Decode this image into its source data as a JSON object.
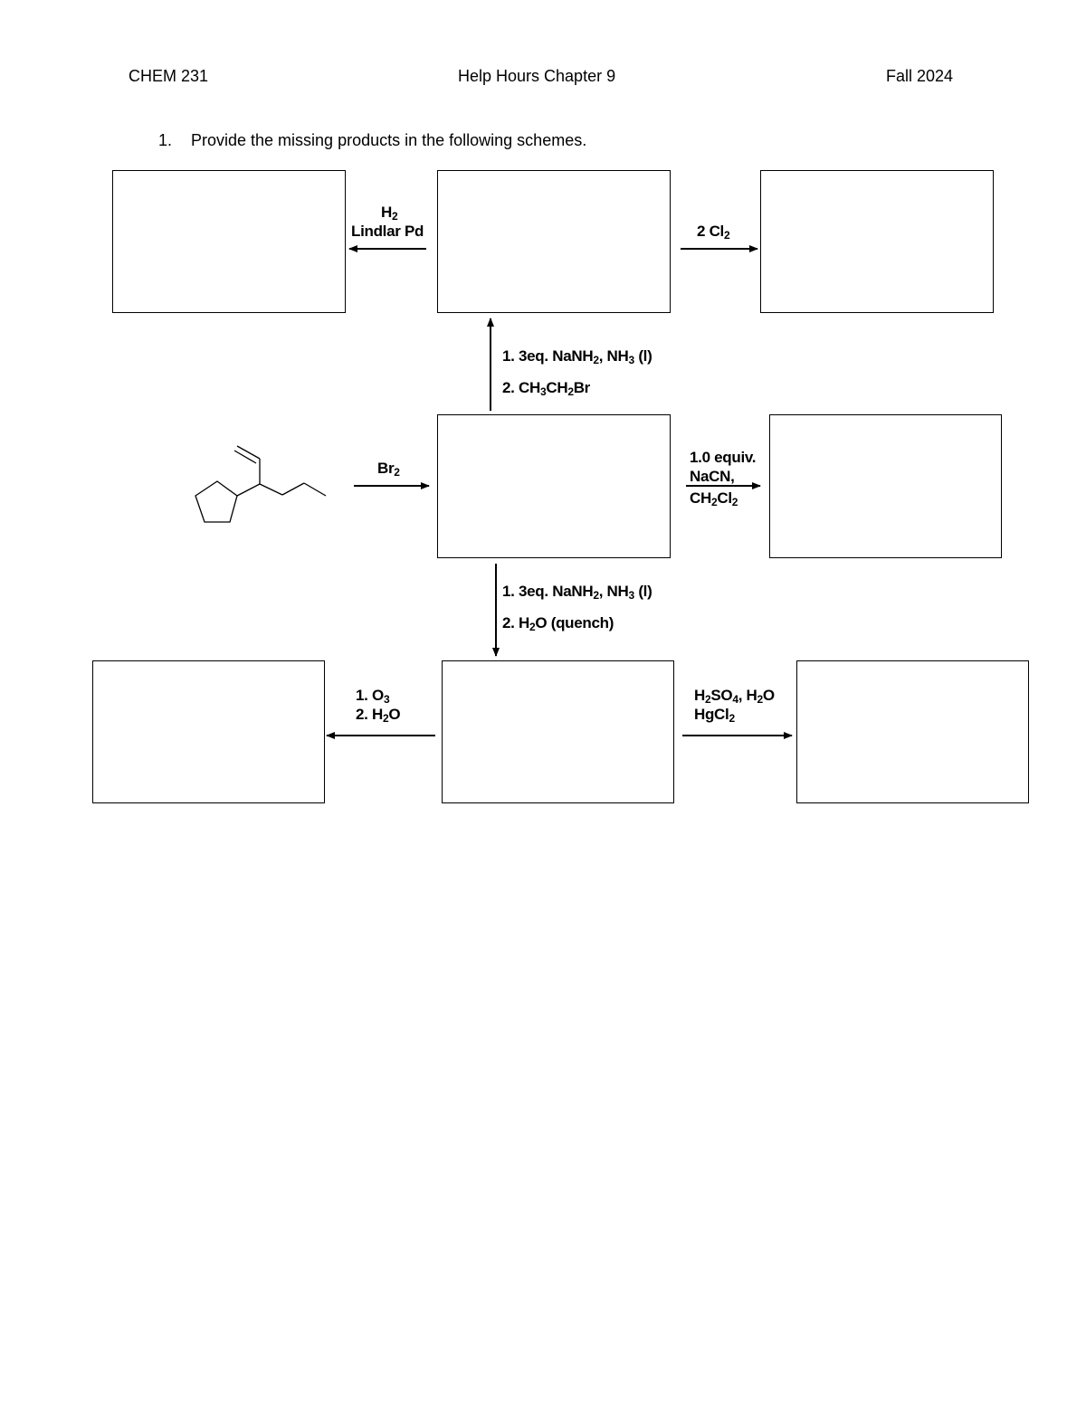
{
  "header": {
    "course": "CHEM 231",
    "title": "Help Hours Chapter 9",
    "term": "Fall 2024"
  },
  "question": {
    "number": "1.",
    "text": "Provide the missing products in the following schemes."
  },
  "reagents": {
    "lindlar_h2": "H",
    "lindlar_h2_sub": "2",
    "lindlar_catalyst": "Lindlar Pd",
    "chlorine_pre": "2 Cl",
    "chlorine_sub": "2",
    "up_step1_pre": "1. 3eq. NaNH",
    "up_step1_sub": "2",
    "up_step1_mid": ", NH",
    "up_step1_sub2": "3",
    "up_step1_post": " (l)",
    "up_step2_pre": "2. CH",
    "up_step2_sub": "3",
    "up_step2_mid": "CH",
    "up_step2_sub2": "2",
    "up_step2_post": "Br",
    "bromine_pre": "Br",
    "bromine_sub": "2",
    "cyanide_line1": "1.0 equiv.",
    "cyanide_line2": "NaCN,",
    "cyanide_line3_pre": "CH",
    "cyanide_line3_sub": "2",
    "cyanide_line3_mid": "Cl",
    "cyanide_line3_sub2": "2",
    "down_step1_pre": "1. 3eq. NaNH",
    "down_step1_sub": "2",
    "down_step1_mid": ", NH",
    "down_step1_sub2": "3",
    "down_step1_post": " (l)",
    "down_step2_pre": "2. H",
    "down_step2_sub": "2",
    "down_step2_post": "O (quench)",
    "ozone_step1_pre": "1. O",
    "ozone_step1_sub": "3",
    "ozone_step2_pre": "2. H",
    "ozone_step2_sub": "2",
    "ozone_step2_post": "O",
    "hydration_line1_pre": "H",
    "hydration_line1_sub": "2",
    "hydration_line1_mid": "SO",
    "hydration_line1_sub2": "4",
    "hydration_line1_mid2": ", H",
    "hydration_line1_sub3": "2",
    "hydration_line1_post": "O",
    "hydration_line2_pre": "HgCl",
    "hydration_line2_sub": "2"
  }
}
